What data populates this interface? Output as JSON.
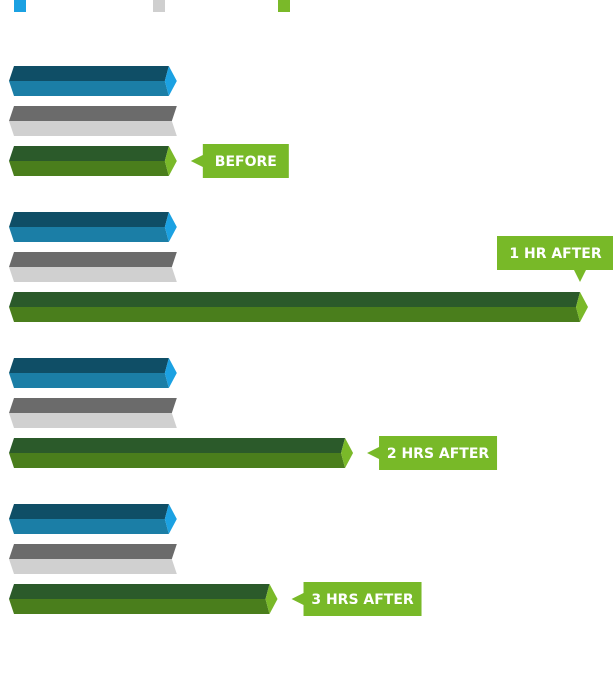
{
  "chart_data": {
    "type": "bar",
    "orientation": "horizontal",
    "title": "",
    "xlabel": "",
    "ylabel": "",
    "xlim": [
      0,
      6.9
    ],
    "grid": false,
    "legend_position": "top-left",
    "series": [
      {
        "color": "#1ba1e2",
        "values": [
          2,
          2,
          2,
          2
        ]
      },
      {
        "color": "#cfcfcf",
        "values": [
          2,
          2,
          2,
          2
        ]
      },
      {
        "color": "#7ab929",
        "values": [
          2,
          6.9,
          4.1,
          3.2
        ]
      }
    ],
    "groups": [
      {
        "annotation": "BEFORE"
      },
      {
        "annotation": "1 HR AFTER"
      },
      {
        "annotation": "2 HRS AFTER"
      },
      {
        "annotation": "3 HRS AFTER"
      }
    ]
  },
  "colors": {
    "blue_top": "#0f4e66",
    "blue_front": "#1b7ea6",
    "blue_tip": "#1ba1e2",
    "gray_top": "#6b6b6b",
    "gray_front": "#d0d0d0",
    "green_top": "#2b5a2a",
    "green_front": "#4a7e1c",
    "green_tip": "#7ab929",
    "callout": "#78b928",
    "callout_text": "#ffffff"
  }
}
